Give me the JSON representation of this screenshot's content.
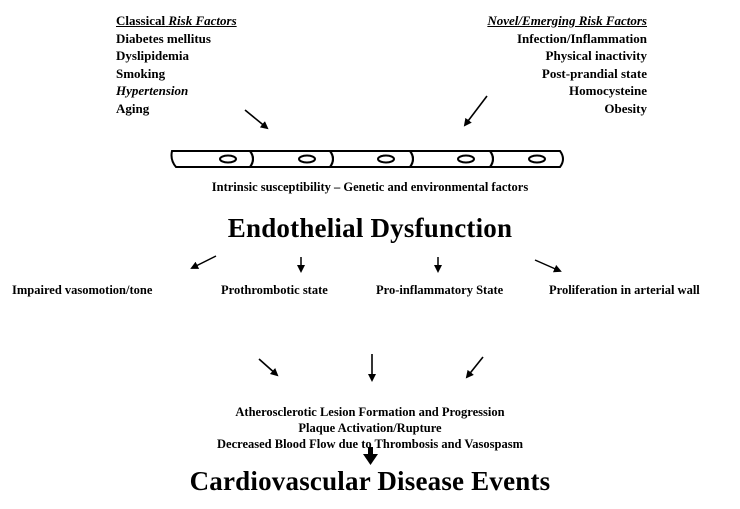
{
  "classical": {
    "heading_prefix": "Classical",
    "heading_italic": "Risk Factors",
    "items": [
      "Diabetes mellitus",
      "Dyslipidemia",
      "Smoking",
      "Hypertension",
      "Aging"
    ]
  },
  "novel": {
    "heading": "Novel/Emerging Risk Factors",
    "items": [
      "Infection/Inflammation",
      "Physical inactivity",
      "Post-prandial state",
      "Homocysteine",
      "Obesity"
    ]
  },
  "susceptibility_note": "Intrinsic susceptibility – Genetic and environmental factors",
  "central_title": "Endothelial Dysfunction",
  "mechanisms": [
    "Impaired vasomotion/tone",
    "Prothrombotic state",
    "Pro-inflammatory State",
    "Proliferation in arterial wall"
  ],
  "outcomes": [
    "Atherosclerotic Lesion Formation and Progression",
    "Plaque Activation/Rupture",
    "Decreased Blood Flow due to Thrombosis and Vasospasm"
  ],
  "final_title": "Cardiovascular Disease Events"
}
